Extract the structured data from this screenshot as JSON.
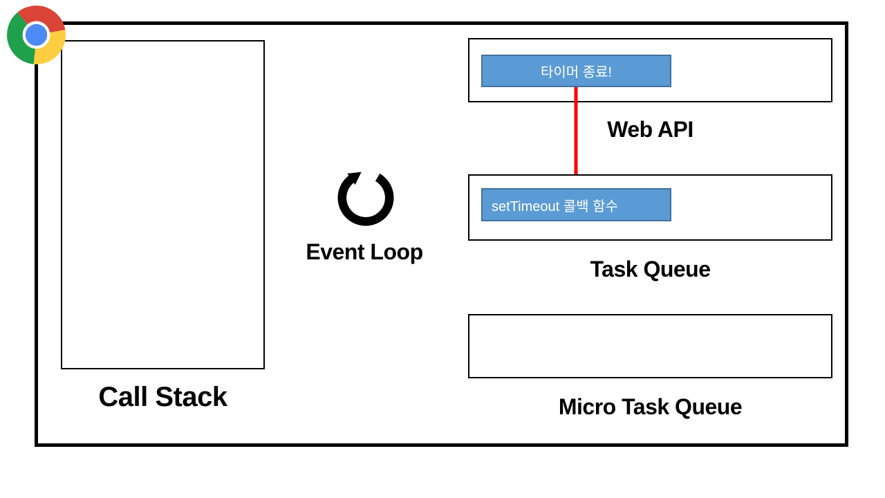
{
  "diagram": {
    "title_context": "JavaScript Event Loop diagram",
    "browser": {
      "logo": "chrome-icon"
    },
    "call_stack": {
      "label": "Call Stack",
      "items": []
    },
    "web_api": {
      "label": "Web API",
      "item": "타이머 종료!"
    },
    "task_queue": {
      "label": "Task Queue",
      "item": "setTimeout 콜백 함수"
    },
    "micro_task_queue": {
      "label": "Micro Task Queue",
      "items": []
    },
    "event_loop": {
      "label": "Event Loop",
      "icon": "loop-arrow-icon"
    },
    "arrow": {
      "from": "web_api_item",
      "to": "task_queue_item",
      "color": "#FF0000"
    },
    "colors": {
      "item_fill": "#5B9BD5",
      "item_border": "#41719C",
      "outline": "#000000",
      "background": "#FFFFFF",
      "chrome_red": "#DB4437",
      "chrome_yellow": "#FFCD40",
      "chrome_green": "#1FA04A",
      "chrome_blue": "#4C8BF5"
    }
  }
}
